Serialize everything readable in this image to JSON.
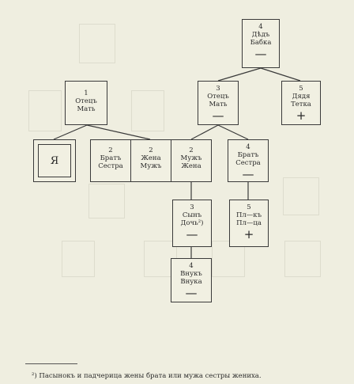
{
  "nodes": {
    "grandparents": {
      "num": "4",
      "line1": "Дѣдъ",
      "line2": "Бабка",
      "mark": "—"
    },
    "father_in_law": {
      "num": "1",
      "line1": "Отецъ",
      "line2": "Мать"
    },
    "parents": {
      "num": "3",
      "line1": "Отецъ",
      "line2": "Мать",
      "mark": "—"
    },
    "uncle_aunt": {
      "num": "5",
      "line1": "Дядя",
      "line2": "Тетка",
      "mark": "+"
    },
    "ya": {
      "label": "Я"
    },
    "sibling_in_law": {
      "num": "2",
      "line1": "Братъ",
      "line2": "Сестра"
    },
    "spouse": {
      "num": "2",
      "line1": "Жена",
      "line2": "Мужъ"
    },
    "spouse_of_sibling": {
      "num": "2",
      "line1": "Мужъ",
      "line2": "Жена"
    },
    "sibling": {
      "num": "4",
      "line1": "Братъ",
      "line2": "Сестра",
      "mark": "—"
    },
    "stepchild": {
      "num": "3",
      "line1": "Сынъ",
      "line2": "Дочь²)",
      "mark": "—"
    },
    "nephew_niece": {
      "num": "5",
      "line1": "Пл—къ",
      "line2": "Пл—ца",
      "mark": "+"
    },
    "grandchild": {
      "num": "4",
      "line1": "Внукъ",
      "line2": "Внука",
      "mark": "—"
    }
  },
  "footnote": "²) Пасынокъ и падчерица жены брата или мужа сестры жениха."
}
